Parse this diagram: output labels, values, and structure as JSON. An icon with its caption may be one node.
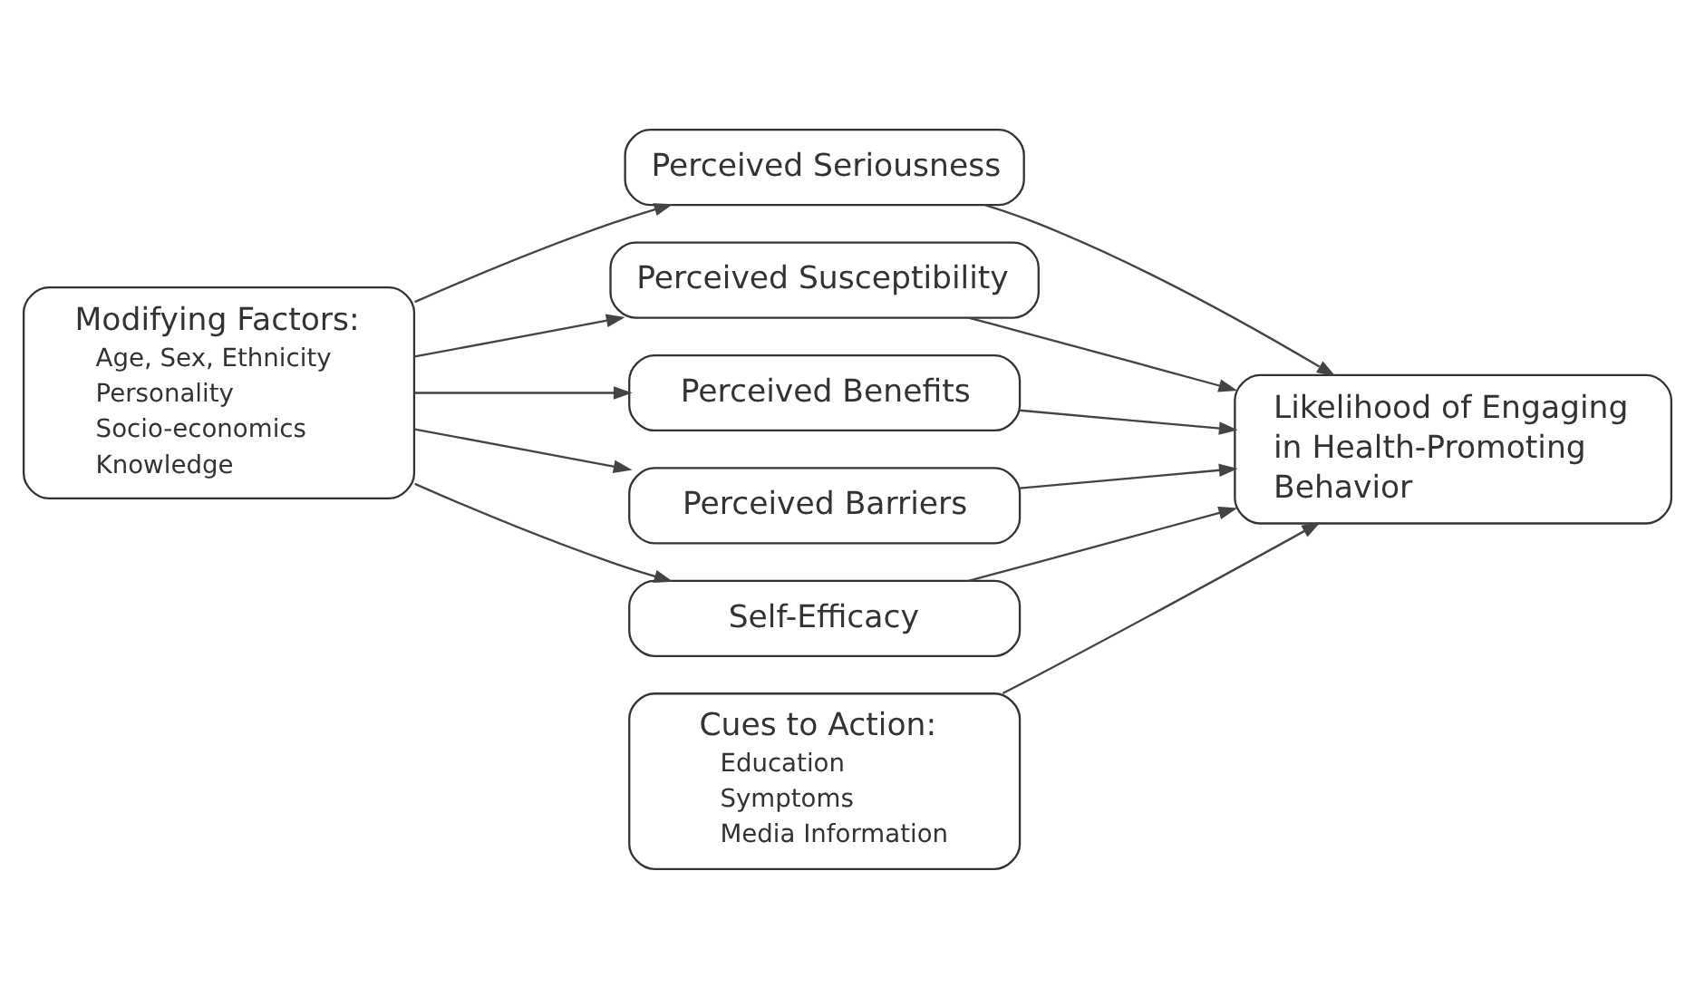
{
  "diagram": {
    "nodes": [
      {
        "text": [
          "Modifying Factors:",
          "Age, Sex, Ethnicity",
          "Personality",
          "Socio-economics",
          "Knowledge"
        ]
      },
      {
        "text": [
          "Perceived Seriousness"
        ]
      },
      {
        "text": [
          "Perceived Susceptibility"
        ]
      },
      {
        "text": [
          "Perceived Benefits"
        ]
      },
      {
        "text": [
          "Perceived Barriers"
        ]
      },
      {
        "text": [
          "Self-Efficacy"
        ]
      },
      {
        "text": [
          "Cues to Action:",
          "Education",
          "Symptoms",
          "Media Information"
        ]
      },
      {
        "text": [
          "Likelihood of Engaging in Health-Promoting Behavior"
        ]
      }
    ],
    "edges": [
      {
        "from": 0,
        "to": 1,
        "arrow": "to"
      },
      {
        "from": 0,
        "to": 2,
        "arrow": "to"
      },
      {
        "from": 0,
        "to": 3,
        "arrow": "to"
      },
      {
        "from": 0,
        "to": 4,
        "arrow": "to"
      },
      {
        "from": 0,
        "to": 5,
        "arrow": "to"
      },
      {
        "from": 1,
        "to": 7,
        "arrow": "to"
      },
      {
        "from": 2,
        "to": 7,
        "arrow": "to"
      },
      {
        "from": 3,
        "to": 7,
        "arrow": "to"
      },
      {
        "from": 4,
        "to": 7,
        "arrow": "to"
      },
      {
        "from": 5,
        "to": 7,
        "arrow": "to"
      },
      {
        "from": 6,
        "to": 7,
        "arrow": "to"
      }
    ]
  }
}
